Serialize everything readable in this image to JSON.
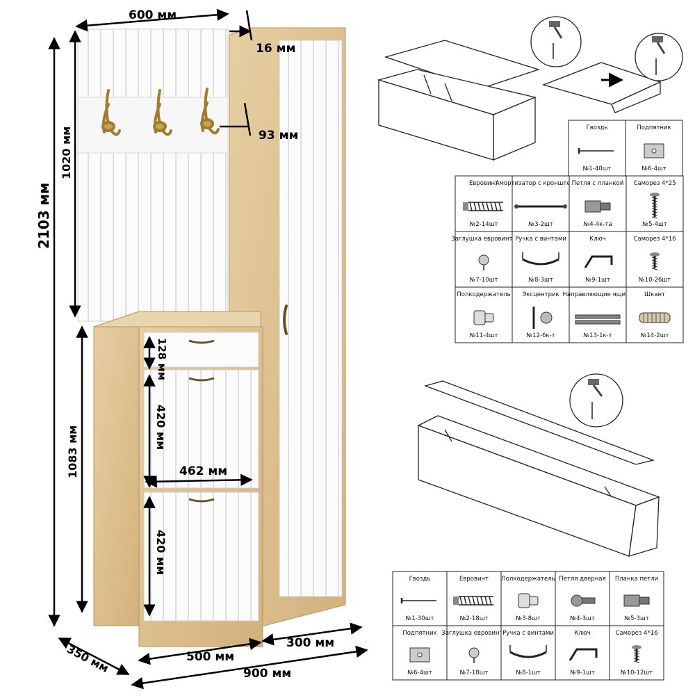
{
  "dimensions": {
    "top_width": "600 мм",
    "gap": "16 мм",
    "hook_depth": "93 мм",
    "upper_height": "1020 мм",
    "total_height": "2103 мм",
    "lower_height": "1083 мм",
    "drawer_height": "128 мм",
    "door1_height": "420 мм",
    "inner_width": "462 мм",
    "door2_height": "420 мм",
    "depth": "350 мм",
    "shoe_width": "500 мм",
    "column_width": "300 мм",
    "total_width": "900 мм"
  },
  "table_top": {
    "rows": [
      [
        {
          "name": "Гвоздь",
          "qty": "№1-40шт",
          "icon": "nail-icon"
        },
        {
          "name": "Подпятник",
          "qty": "№6-4шт",
          "icon": "foot-pad-icon"
        }
      ],
      [
        {
          "name": "Евровинт",
          "qty": "№2-14шт",
          "icon": "euro-screw-icon"
        },
        {
          "name": "Амортизатор с кронштенами",
          "qty": "№3-2шт",
          "icon": "gas-strut-icon"
        },
        {
          "name": "Петля с планкой",
          "qty": "№4-4к-та",
          "icon": "hinge-plate-icon"
        },
        {
          "name": "Саморез 4*25",
          "qty": "№5-4шт",
          "icon": "screw-icon"
        }
      ],
      [
        {
          "name": "Заглушка евровинта",
          "qty": "№7-10шт",
          "icon": "cap-icon"
        },
        {
          "name": "Ручка с винтами",
          "qty": "№8-3шт",
          "icon": "handle-icon"
        },
        {
          "name": "Ключ",
          "qty": "№9-1шт",
          "icon": "hex-key-icon"
        },
        {
          "name": "Саморез 4*16",
          "qty": "№10-26шт",
          "icon": "short-screw-icon"
        }
      ],
      [
        {
          "name": "Полкодержатель",
          "qty": "№11-4шт",
          "icon": "shelf-pin-icon"
        },
        {
          "name": "Эксцентрик",
          "qty": "№12-6к-т",
          "icon": "cam-lock-icon"
        },
        {
          "name": "Направляющие ящика",
          "qty": "№13-1к-т",
          "icon": "drawer-rail-icon"
        },
        {
          "name": "Шкант",
          "qty": "№14-2шт",
          "icon": "dowel-icon"
        }
      ]
    ]
  },
  "table_bottom": {
    "rows": [
      [
        {
          "name": "Гвоздь",
          "qty": "№1-30шт",
          "icon": "nail-icon"
        },
        {
          "name": "Евровинт",
          "qty": "№2-18шт",
          "icon": "euro-screw-icon"
        },
        {
          "name": "Полкодержатель",
          "qty": "№3-8шт",
          "icon": "shelf-pin-icon"
        },
        {
          "name": "Петля дверная",
          "qty": "№4-3шт",
          "icon": "door-hinge-icon"
        },
        {
          "name": "Планка петли",
          "qty": "№5-3шт",
          "icon": "hinge-plate-icon"
        }
      ],
      [
        {
          "name": "Подпятник",
          "qty": "№6-4шт",
          "icon": "foot-pad-icon"
        },
        {
          "name": "Заглушка евровинта",
          "qty": "№7-18шт",
          "icon": "cap-icon"
        },
        {
          "name": "Ручка с винтами",
          "qty": "№8-1шт",
          "icon": "handle-icon"
        },
        {
          "name": "Ключ",
          "qty": "№9-1шт",
          "icon": "hex-key-icon"
        },
        {
          "name": "Саморез 4*16",
          "qty": "№10-12шт",
          "icon": "short-screw-icon"
        }
      ]
    ]
  }
}
